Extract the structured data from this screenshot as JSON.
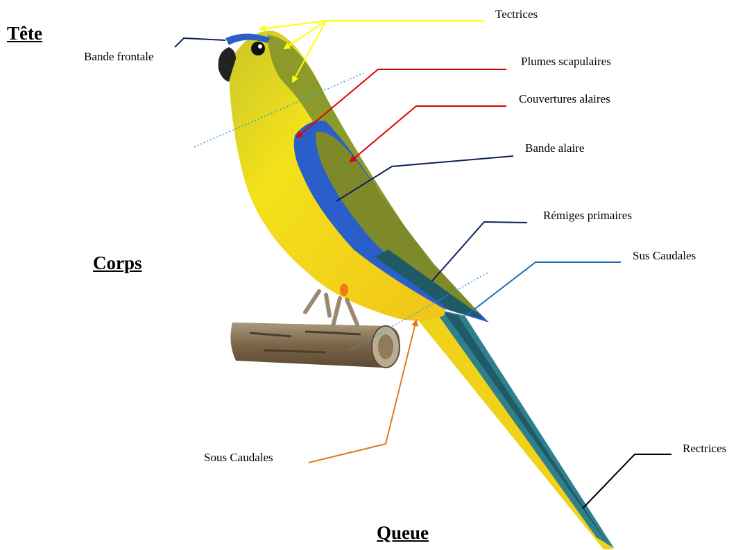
{
  "sections": {
    "head": "Tête",
    "body": "Corps",
    "tail": "Queue"
  },
  "labels": {
    "tectrices": "Tectrices",
    "bande_frontale": "Bande frontale",
    "plumes_scapulaires": "Plumes scapulaires",
    "couvertures_alaires": "Couvertures alaires",
    "bande_alaire": "Bande alaire",
    "remiges_primaires": "Rémiges primaires",
    "sus_caudales": "Sus Caudales",
    "sous_caudales": "Sous Caudales",
    "rectrices": "Rectrices"
  },
  "leader_colors": {
    "tectrices": "#ffff00",
    "bande_frontale": "#0b1f5c",
    "plumes_scapulaires": "#e00000",
    "couvertures_alaires": "#e00000",
    "bande_alaire": "#0b1f5c",
    "remiges_primaires": "#0b1f5c",
    "sus_caudales": "#1f6fb8",
    "sous_caudales": "#e07a1a",
    "rectrices": "#000000",
    "divider": "#29a3e0"
  },
  "illustration": {
    "subject": "parrot-on-branch-icon",
    "plumage": {
      "body_yellow": "#f5e21c",
      "back_olive": "#8c9a2c",
      "wing_blue": "#2a5fc9",
      "tail_teal": "#2f7f8c",
      "branch_brown": "#7a6548"
    }
  }
}
